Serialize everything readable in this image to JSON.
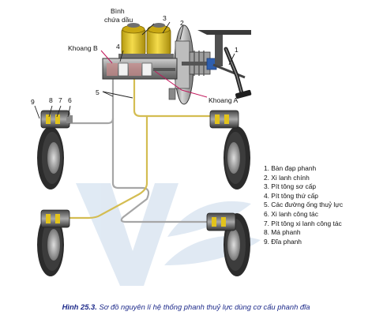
{
  "figure": {
    "fig_label": "Hình 25.3.",
    "caption": "Sơ đồ nguyên lí hệ thống phanh thuỷ lực dùng cơ cấu phanh đĩa"
  },
  "callouts": {
    "binh_chua_dau": [
      "Bình",
      "chứa dầu"
    ],
    "khoang_a": "Khoang A",
    "khoang_b": "Khoang B",
    "n1": "1",
    "n2": "2",
    "n3": "3",
    "n4": "4",
    "n5": "5",
    "n6": "6",
    "n7": "7",
    "n8": "8",
    "n9": "9"
  },
  "legend": [
    "1. Bàn đạp phanh",
    "2. Xi lanh chính",
    "3. Pít tông sơ cấp",
    "4. Pít tông thứ cấp",
    "5. Các đường ống thuỷ lực",
    "6. Xi lanh công tác",
    "7. Pít tông xi lanh công tác",
    "8. Má phanh",
    "9. Đĩa phanh"
  ],
  "colors": {
    "gray_line": "#a6a6a6",
    "yellow_line": "#d4bd52",
    "reservoir_yellow": "#e2c31c",
    "cylinder_gray": "#9a9a9a",
    "magenta_leader": "#c2185b",
    "rotor_dark": "#2b2b2b",
    "watermark": "#dbe6f2",
    "caption_blue": "#1d2a8a"
  }
}
